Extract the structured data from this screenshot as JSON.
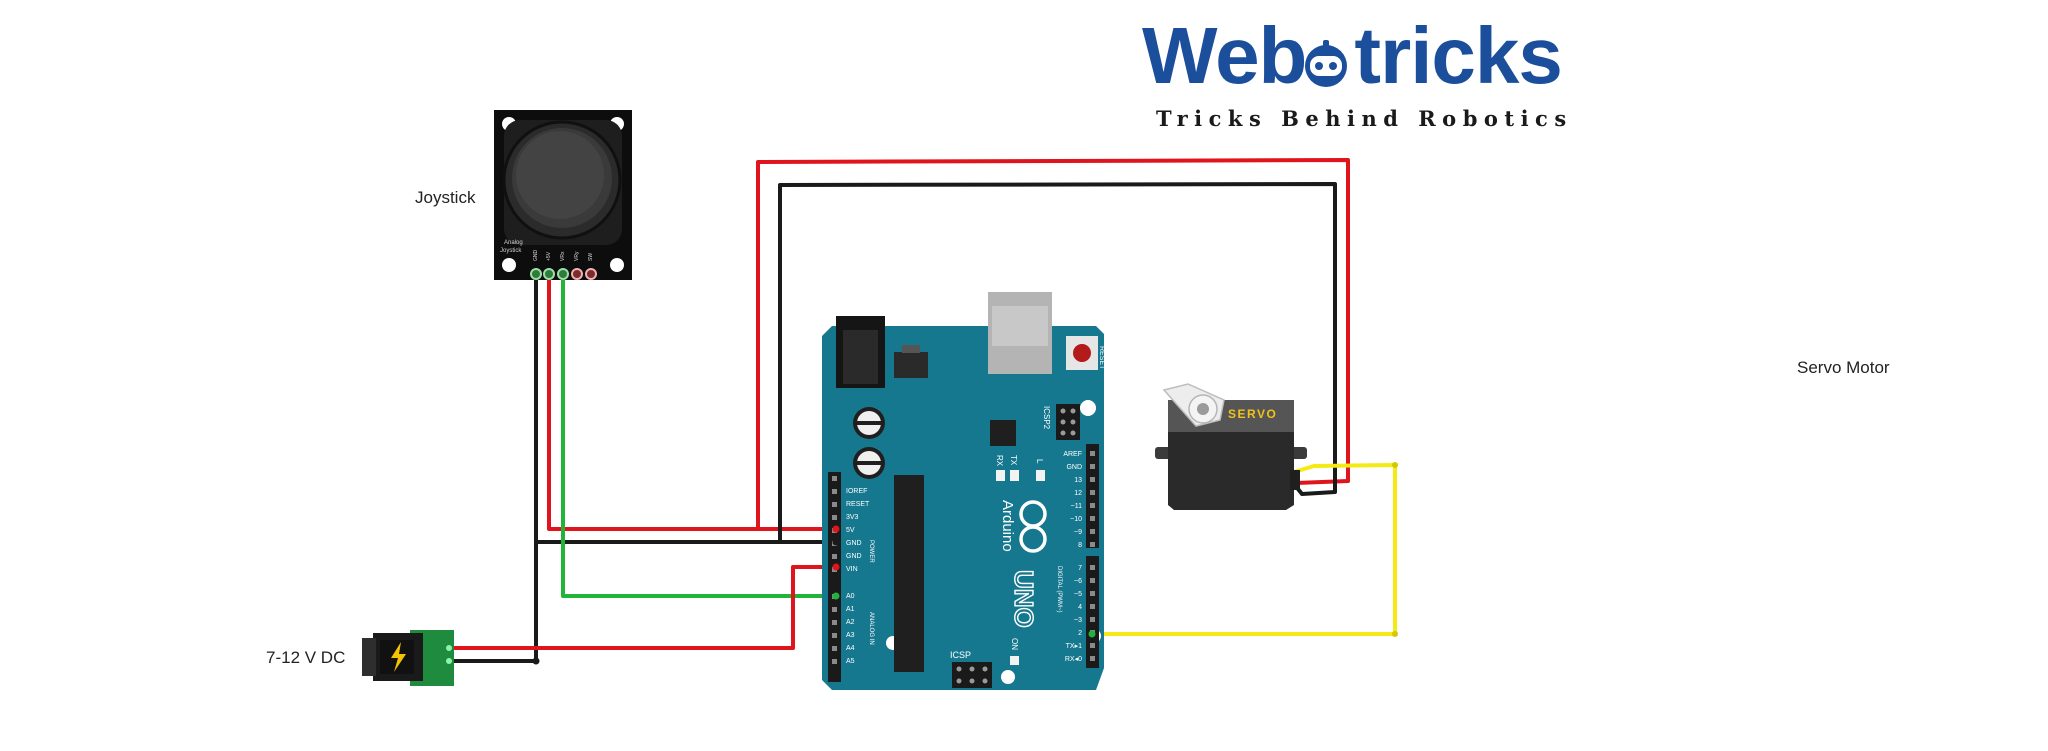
{
  "logo": {
    "brand_left": "Web",
    "brand_right": "tricks",
    "tagline": "Tricks Behind Robotics"
  },
  "labels": {
    "joystick": "Joystick",
    "power": "7-12 V DC",
    "servo": "Servo Motor"
  },
  "joystick": {
    "silk": [
      "Analog",
      "Joystick"
    ],
    "pins": [
      "GND",
      "+5V",
      "VRx",
      "VRy",
      "SW"
    ]
  },
  "arduino": {
    "brand": "Arduino",
    "model": "UNO",
    "reset_label": "RESET",
    "icsp_label": "ICSP",
    "icsp2_label": "ICSP2",
    "tx": "TX",
    "rx": "RX",
    "l": "L",
    "on": "ON",
    "power_header": [
      "IOREF",
      "RESET",
      "3V3",
      "5V",
      "GND",
      "GND",
      "VIN"
    ],
    "analog_header": [
      "A0",
      "A1",
      "A2",
      "A3",
      "A4",
      "A5"
    ],
    "power_title": "POWER",
    "analog_title": "ANALOG IN",
    "digital_top": [
      "AREF",
      "GND",
      "13",
      "12",
      "~11",
      "~10",
      "~9",
      "8"
    ],
    "digital_bottom": [
      "7",
      "~6",
      "~5",
      "4",
      "~3",
      "2",
      "TX▸1",
      "RX◂0"
    ],
    "digital_title": "DIGITAL (PWM~)"
  },
  "servo": {
    "brand": "SERVO"
  },
  "colors": {
    "red_wire": "#e0141c",
    "black_wire": "#1a1a1a",
    "green_wire": "#22b33a",
    "yellow_wire": "#f5ea14",
    "board": "#16788f",
    "brand_blue": "#1b4f9c"
  }
}
